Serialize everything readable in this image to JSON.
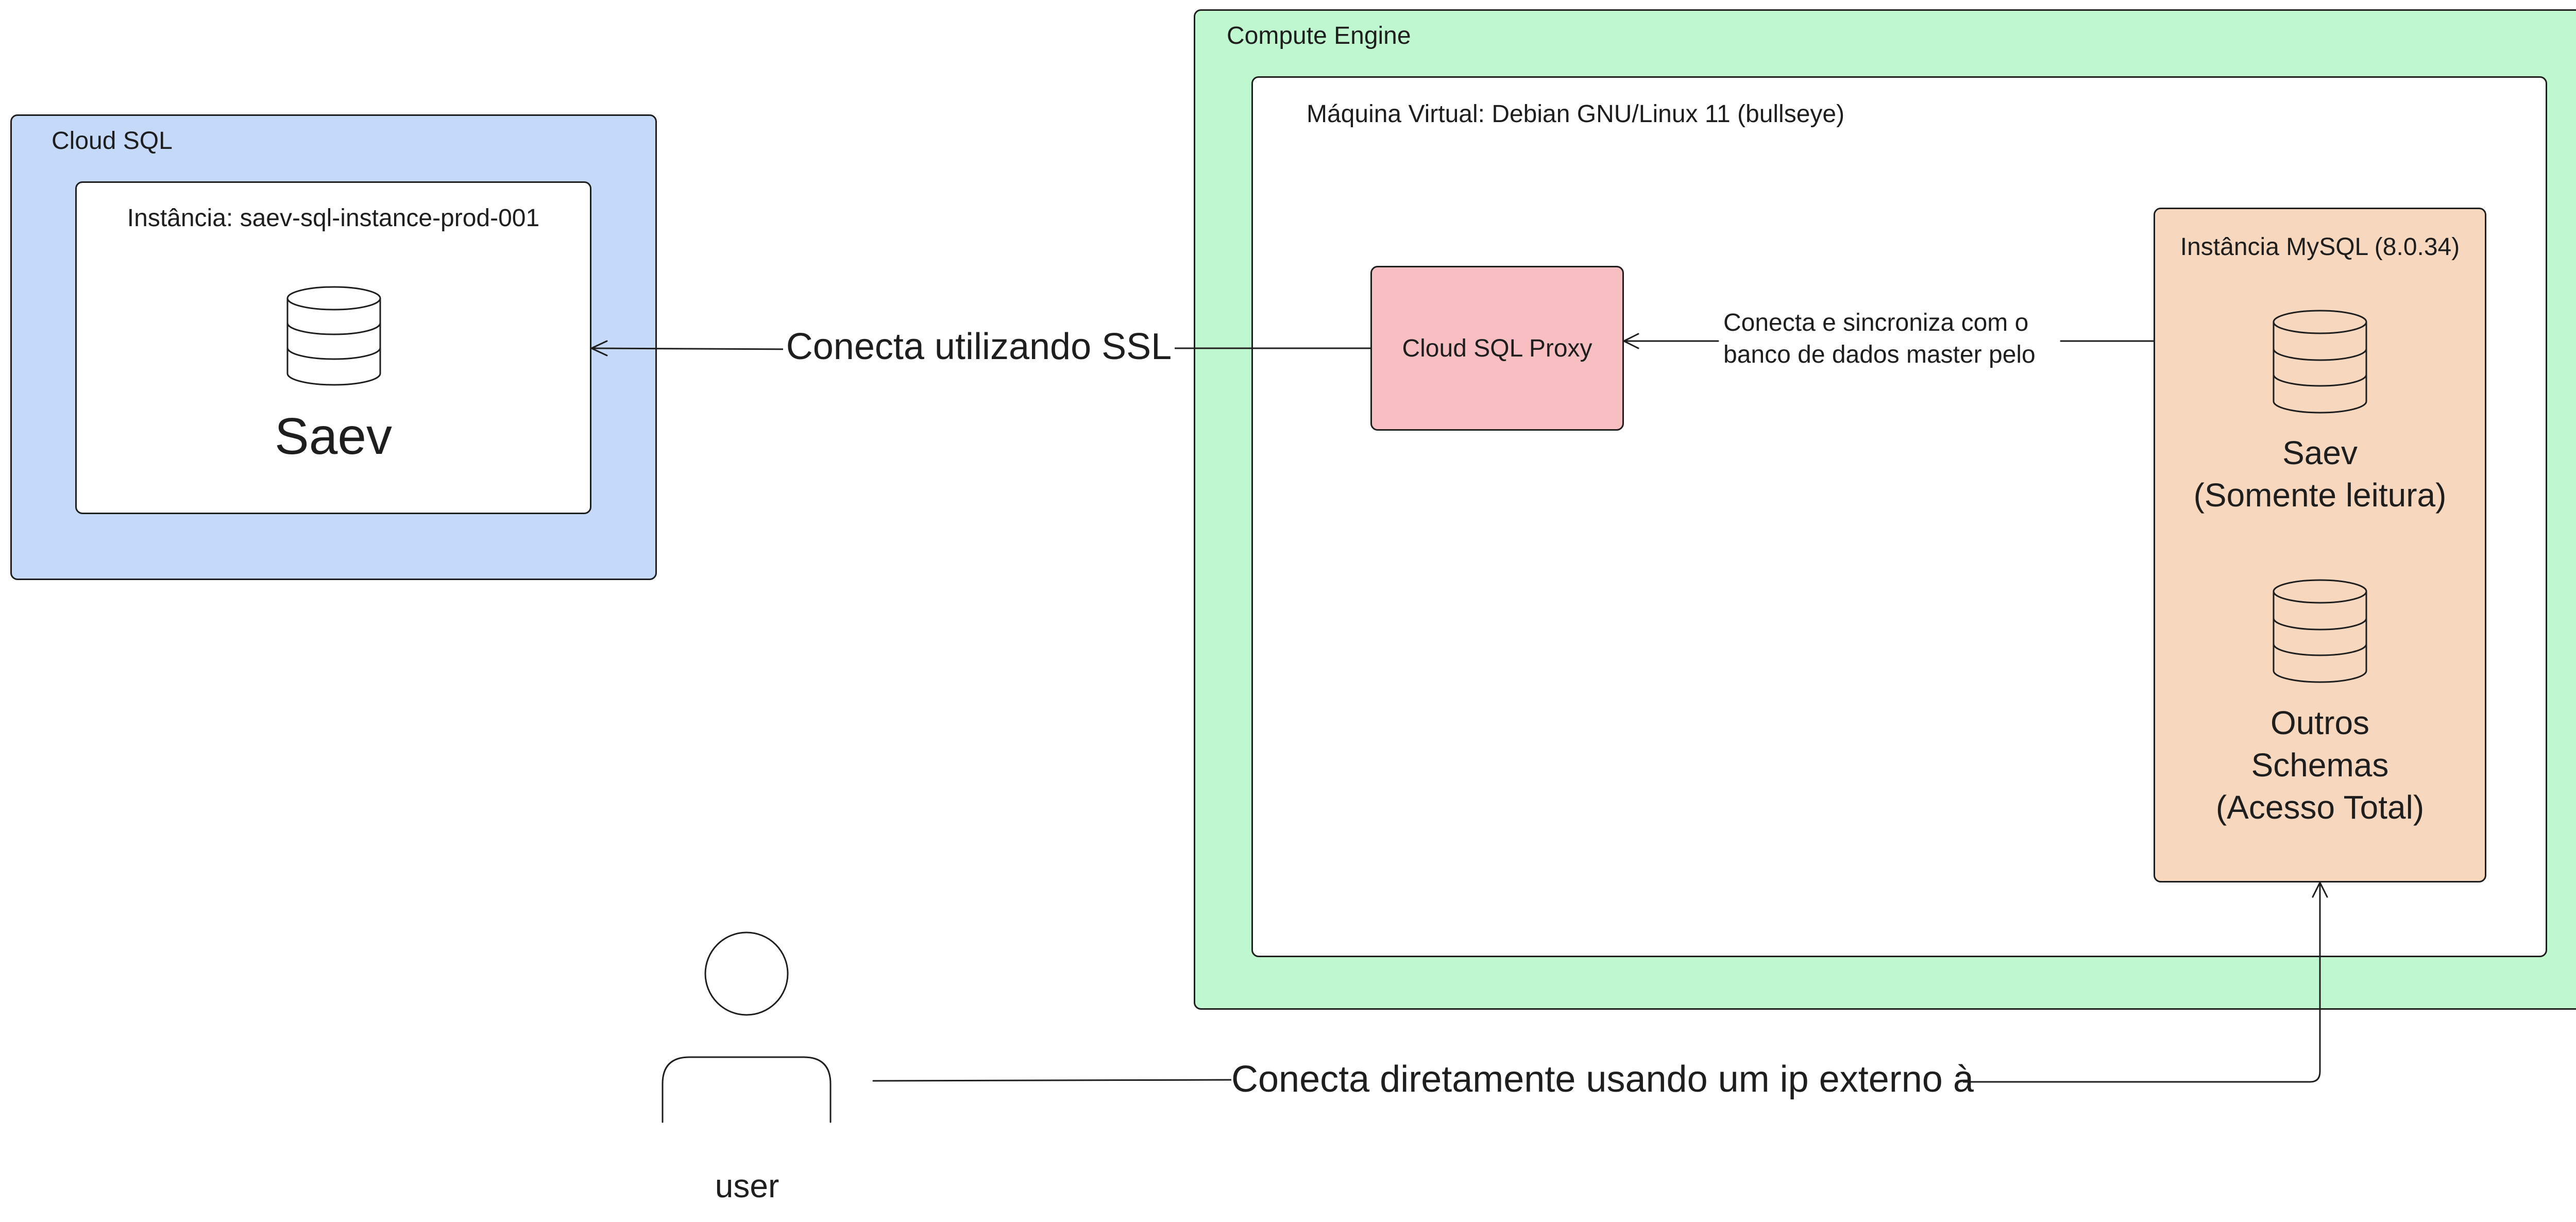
{
  "colors": {
    "cloud_sql_fill": "#c5d9f9",
    "compute_engine_fill": "#bff7cf",
    "proxy_fill": "#f7bfc2",
    "mysql_fill": "#f7d8bf",
    "white": "#ffffff",
    "stroke": "#1e1e1e"
  },
  "cloud_sql": {
    "title": "Cloud SQL",
    "instance_label": "Instância: saev-sql-instance-prod-001",
    "db_icon": "database-icon",
    "db_name": "Saev"
  },
  "compute_engine": {
    "title": "Compute Engine",
    "vm_label": "Máquina Virtual: Debian GNU/Linux 11 (bullseye)",
    "proxy_label": "Cloud SQL Proxy",
    "mysql": {
      "title": "Instância MySQL (8.0.34)",
      "db1_icon": "database-icon",
      "db1_line1": "Saev",
      "db1_line2": "(Somente leitura)",
      "db2_icon": "database-icon",
      "db2_line1": "Outros",
      "db2_line2": "Schemas",
      "db2_line3": "(Acesso Total)"
    }
  },
  "edges": {
    "ssl_label": "Conecta utilizando SSL",
    "sync_line1": "Conecta e sincroniza com o",
    "sync_line2": "banco de dados master pelo",
    "direct_label": "Conecta diretamente usando um ip externo à"
  },
  "user": {
    "icon": "user-icon",
    "label": "user"
  }
}
